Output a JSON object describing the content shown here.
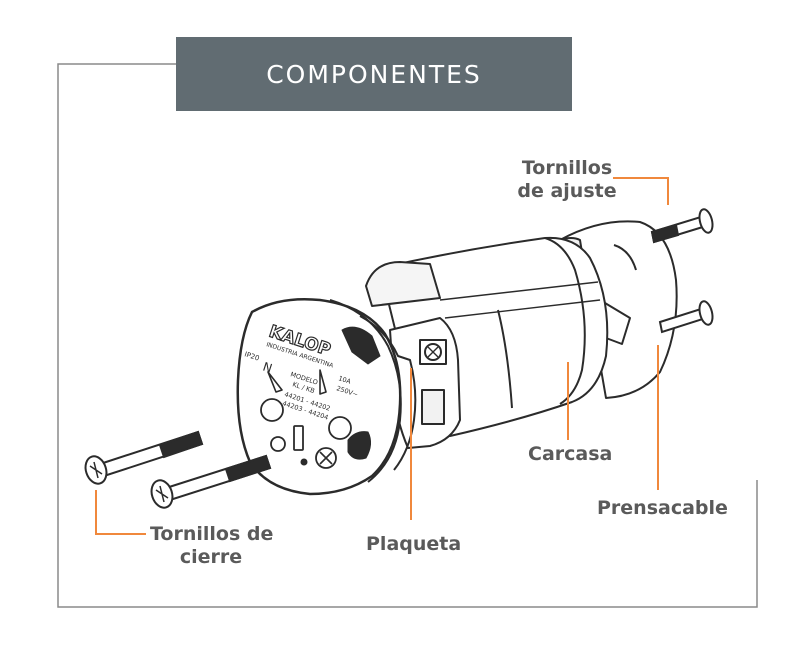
{
  "title": "COMPONENTES",
  "colors": {
    "banner": "#616c72",
    "frame": "#8a8a8a",
    "leader": "#f0883c",
    "label": "#5a5a5a",
    "outline": "#2b2b2b"
  },
  "labels": {
    "tornillos_ajuste": [
      "Tornillos",
      "de ajuste"
    ],
    "carcasa": "Carcasa",
    "prensacable": "Prensacable",
    "plaqueta": "Plaqueta",
    "tornillos_cierre": [
      "Tornillos de",
      "cierre"
    ]
  },
  "product_marks": {
    "brand": "KALOP",
    "subtitle": "INDUSTRIA ARGENTINA",
    "ip": "IP20",
    "neutral": "N",
    "modelo": "MODELO",
    "kl_kb": "KL / KB",
    "codes_1": "44201 - 44202",
    "codes_2": "44203 - 44204",
    "rating_1": "10A",
    "rating_2": "250V~"
  }
}
